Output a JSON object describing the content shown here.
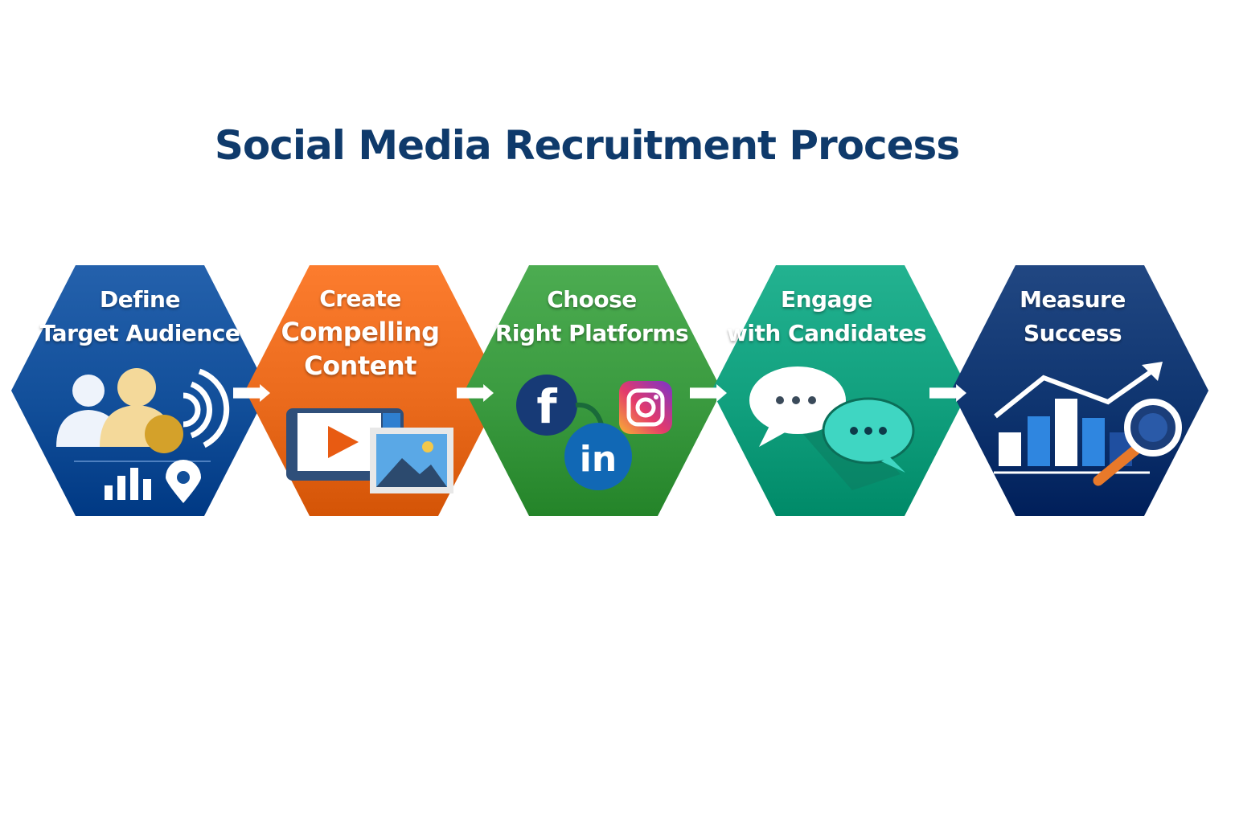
{
  "title": "Social Media Recruitment Process",
  "colors": {
    "title": "#0f3a6b",
    "step1": "#124f9a",
    "step2": "#ea6a1c",
    "step3": "#3a9a3f",
    "step4": "#11a07e",
    "step5": "#0f3570"
  },
  "steps": [
    {
      "lines": [
        "Define",
        "Target Audience"
      ],
      "icons": [
        "people-icon",
        "broadcast-icon",
        "bar-chart-icon",
        "location-pin-icon"
      ]
    },
    {
      "lines": [
        "Create",
        "Compelling",
        "Content"
      ],
      "icons": [
        "video-play-icon",
        "image-icon"
      ]
    },
    {
      "lines": [
        "Choose",
        "Right Platforms"
      ],
      "icons": [
        "facebook-icon",
        "instagram-icon",
        "linkedin-icon"
      ]
    },
    {
      "lines": [
        "Engage",
        "with Candidates"
      ],
      "icons": [
        "chat-bubble-icon",
        "chat-bubble-icon"
      ]
    },
    {
      "lines": [
        "Measure",
        "Success"
      ],
      "icons": [
        "trend-chart-icon",
        "magnifier-icon"
      ]
    }
  ]
}
